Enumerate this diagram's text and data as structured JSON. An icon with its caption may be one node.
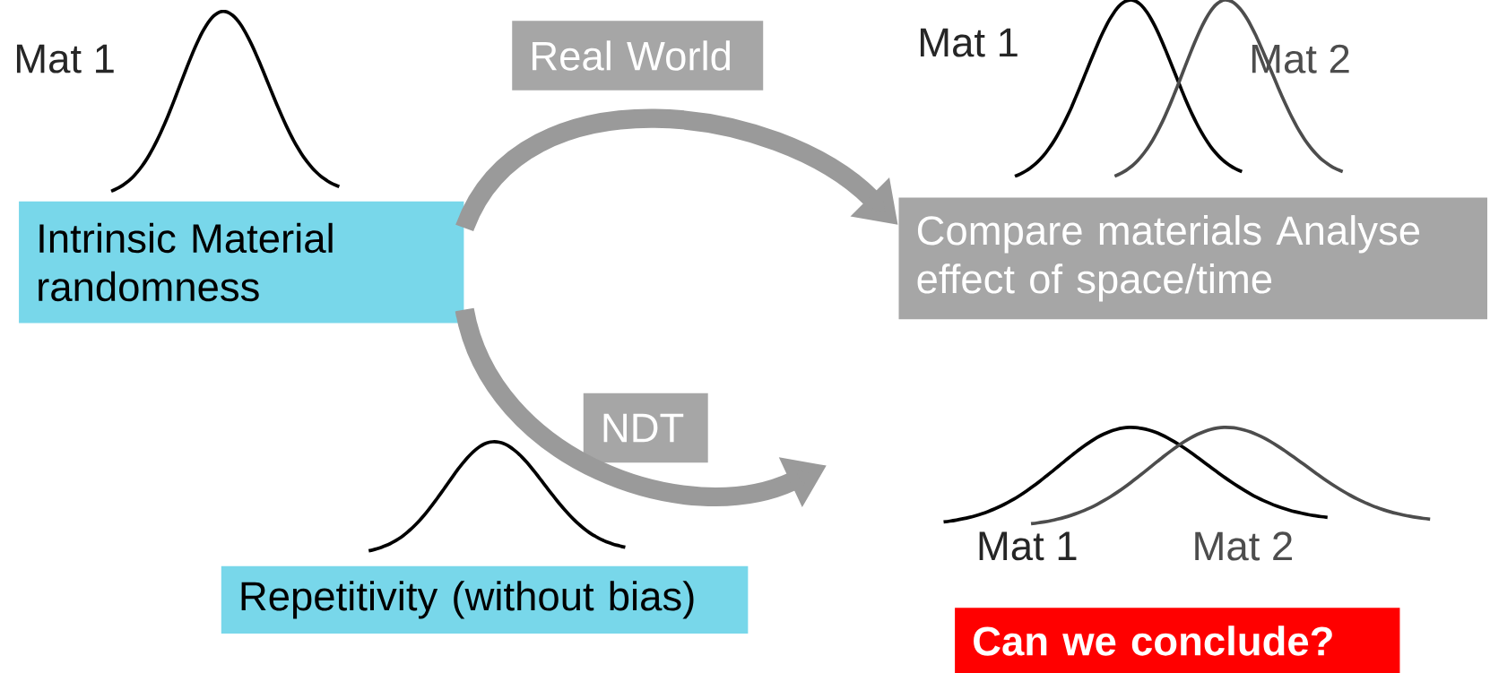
{
  "diagram": {
    "nodes": [
      {
        "text": [
          "Intrinsic Material randomness"
        ]
      },
      {
        "text": [
          "Real World"
        ]
      },
      {
        "text": [
          "Compare materials Analyse effect of space/time"
        ]
      },
      {
        "text": [
          "NDT"
        ]
      },
      {
        "text": [
          "Repetitivity (without bias)"
        ]
      },
      {
        "text": [
          "Can we conclude?"
        ]
      }
    ],
    "edges": [
      {
        "from": 0,
        "to": 2,
        "arrow": "to"
      },
      {
        "from": 0,
        "to": null,
        "arrow": "to"
      }
    ],
    "labels": [
      "Mat 1",
      "Mat 1",
      "Mat 2",
      "Mat 1",
      "Mat 2"
    ]
  }
}
